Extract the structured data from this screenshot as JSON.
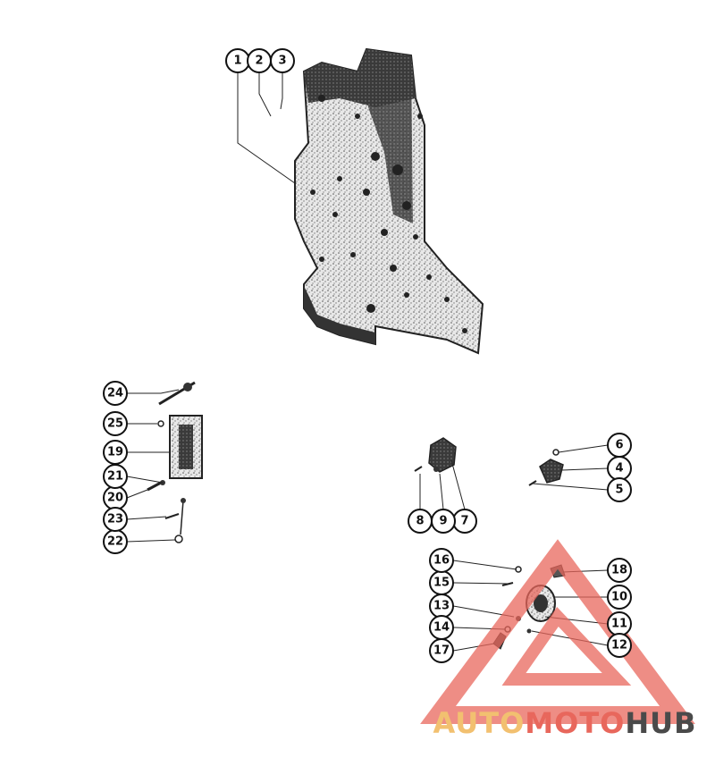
{
  "diagram": {
    "callouts": [
      "1",
      "2",
      "3",
      "4",
      "5",
      "6",
      "7",
      "8",
      "9",
      "10",
      "11",
      "12",
      "13",
      "14",
      "15",
      "16",
      "17",
      "18",
      "19",
      "20",
      "21",
      "22",
      "23",
      "24",
      "25"
    ]
  },
  "watermark": {
    "part1": "AUTO",
    "part2": "MOTO",
    "part3": "HUB",
    "colors": {
      "light": "#f2c070",
      "accent": "#e8675c",
      "dark": "#4a4a4a"
    }
  }
}
